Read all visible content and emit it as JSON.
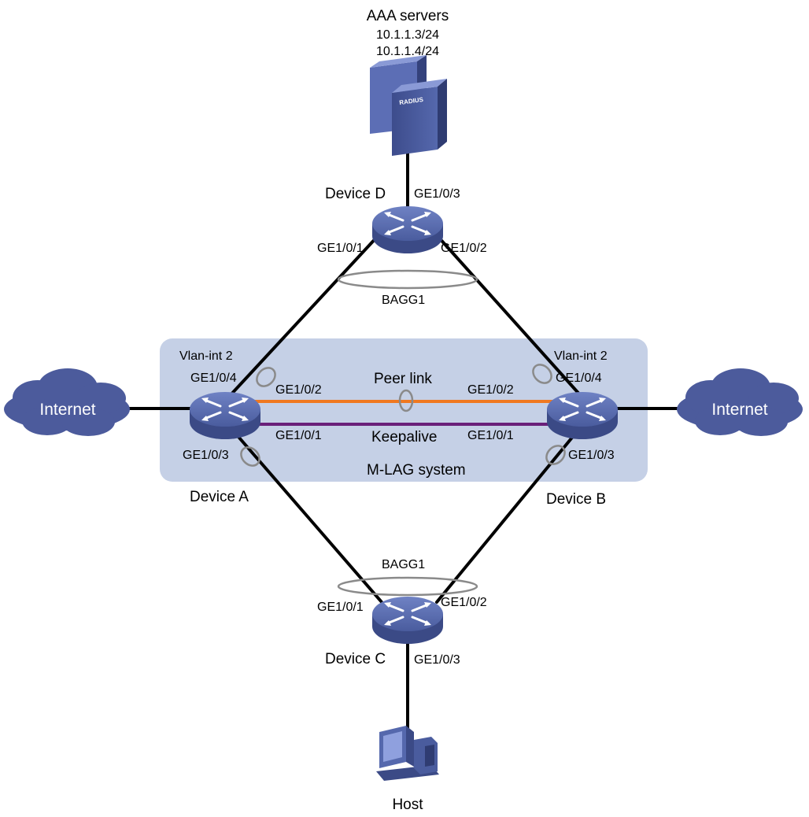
{
  "aaa": {
    "title": "AAA servers",
    "ip1": "10.1.1.3/24",
    "ip2": "10.1.1.4/24",
    "badge": "RADIUS"
  },
  "devices": {
    "a": "Device A",
    "b": "Device B",
    "c": "Device C",
    "d": "Device D",
    "host": "Host"
  },
  "clouds": {
    "left": "Internet",
    "right": "Internet"
  },
  "mlag": {
    "system": "M-LAG system",
    "peer_link": "Peer link",
    "keepalive": "Keepalive",
    "vlan_a": "Vlan-int 2",
    "vlan_b": "Vlan-int 2"
  },
  "aggregations": {
    "top": "BAGG1",
    "bottom": "BAGG1"
  },
  "ports": {
    "d_up": "GE1/0/3",
    "d_left": "GE1/0/1",
    "d_right": "GE1/0/2",
    "a_up": "GE1/0/4",
    "a_peer": "GE1/0/2",
    "a_keep": "GE1/0/1",
    "a_down": "GE1/0/3",
    "b_peer": "GE1/0/2",
    "b_up": "GE1/0/4",
    "b_keep": "GE1/0/1",
    "b_down": "GE1/0/3",
    "c_left": "GE1/0/1",
    "c_right": "GE1/0/2",
    "c_down": "GE1/0/3"
  },
  "colors": {
    "mlag_box": "#c5d0e6",
    "device": "#4a5a9a",
    "cloud": "#4c5b9c",
    "peer_link": "#f07820",
    "keepalive": "#6a1f7a",
    "link": "#000000"
  }
}
